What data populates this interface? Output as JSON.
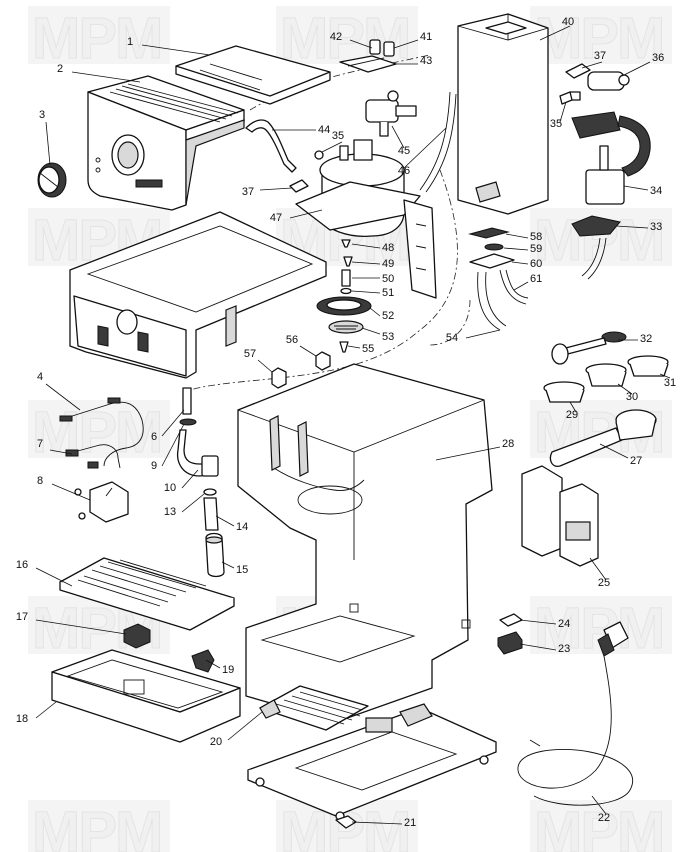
{
  "watermark": {
    "text": "MPM"
  },
  "callouts": [
    {
      "id": "1",
      "label": "1"
    },
    {
      "id": "2",
      "label": "2"
    },
    {
      "id": "3",
      "label": "3"
    },
    {
      "id": "4",
      "label": "4"
    },
    {
      "id": "6",
      "label": "6"
    },
    {
      "id": "7",
      "label": "7"
    },
    {
      "id": "8",
      "label": "8"
    },
    {
      "id": "9",
      "label": "9"
    },
    {
      "id": "10",
      "label": "10"
    },
    {
      "id": "13",
      "label": "13"
    },
    {
      "id": "14",
      "label": "14"
    },
    {
      "id": "15",
      "label": "15"
    },
    {
      "id": "16",
      "label": "16"
    },
    {
      "id": "17",
      "label": "17"
    },
    {
      "id": "18",
      "label": "18"
    },
    {
      "id": "19",
      "label": "19"
    },
    {
      "id": "20",
      "label": "20"
    },
    {
      "id": "21",
      "label": "21"
    },
    {
      "id": "22",
      "label": "22"
    },
    {
      "id": "23",
      "label": "23"
    },
    {
      "id": "24",
      "label": "24"
    },
    {
      "id": "25",
      "label": "25"
    },
    {
      "id": "27",
      "label": "27"
    },
    {
      "id": "28",
      "label": "28"
    },
    {
      "id": "29",
      "label": "29"
    },
    {
      "id": "30",
      "label": "30"
    },
    {
      "id": "31",
      "label": "31"
    },
    {
      "id": "32",
      "label": "32"
    },
    {
      "id": "33",
      "label": "33"
    },
    {
      "id": "34",
      "label": "34"
    },
    {
      "id": "35a",
      "label": "35"
    },
    {
      "id": "35b",
      "label": "35"
    },
    {
      "id": "36",
      "label": "36"
    },
    {
      "id": "37a",
      "label": "37"
    },
    {
      "id": "37b",
      "label": "37"
    },
    {
      "id": "40",
      "label": "40"
    },
    {
      "id": "41",
      "label": "41"
    },
    {
      "id": "42",
      "label": "42"
    },
    {
      "id": "43",
      "label": "43"
    },
    {
      "id": "44",
      "label": "44"
    },
    {
      "id": "45",
      "label": "45"
    },
    {
      "id": "46",
      "label": "46"
    },
    {
      "id": "47",
      "label": "47"
    },
    {
      "id": "48",
      "label": "48"
    },
    {
      "id": "49",
      "label": "49"
    },
    {
      "id": "50",
      "label": "50"
    },
    {
      "id": "51",
      "label": "51"
    },
    {
      "id": "52",
      "label": "52"
    },
    {
      "id": "53",
      "label": "53"
    },
    {
      "id": "54",
      "label": "54"
    },
    {
      "id": "55",
      "label": "55"
    },
    {
      "id": "56",
      "label": "56"
    },
    {
      "id": "57",
      "label": "57"
    },
    {
      "id": "58",
      "label": "58"
    },
    {
      "id": "59",
      "label": "59"
    },
    {
      "id": "60",
      "label": "60"
    },
    {
      "id": "61",
      "label": "61"
    }
  ]
}
